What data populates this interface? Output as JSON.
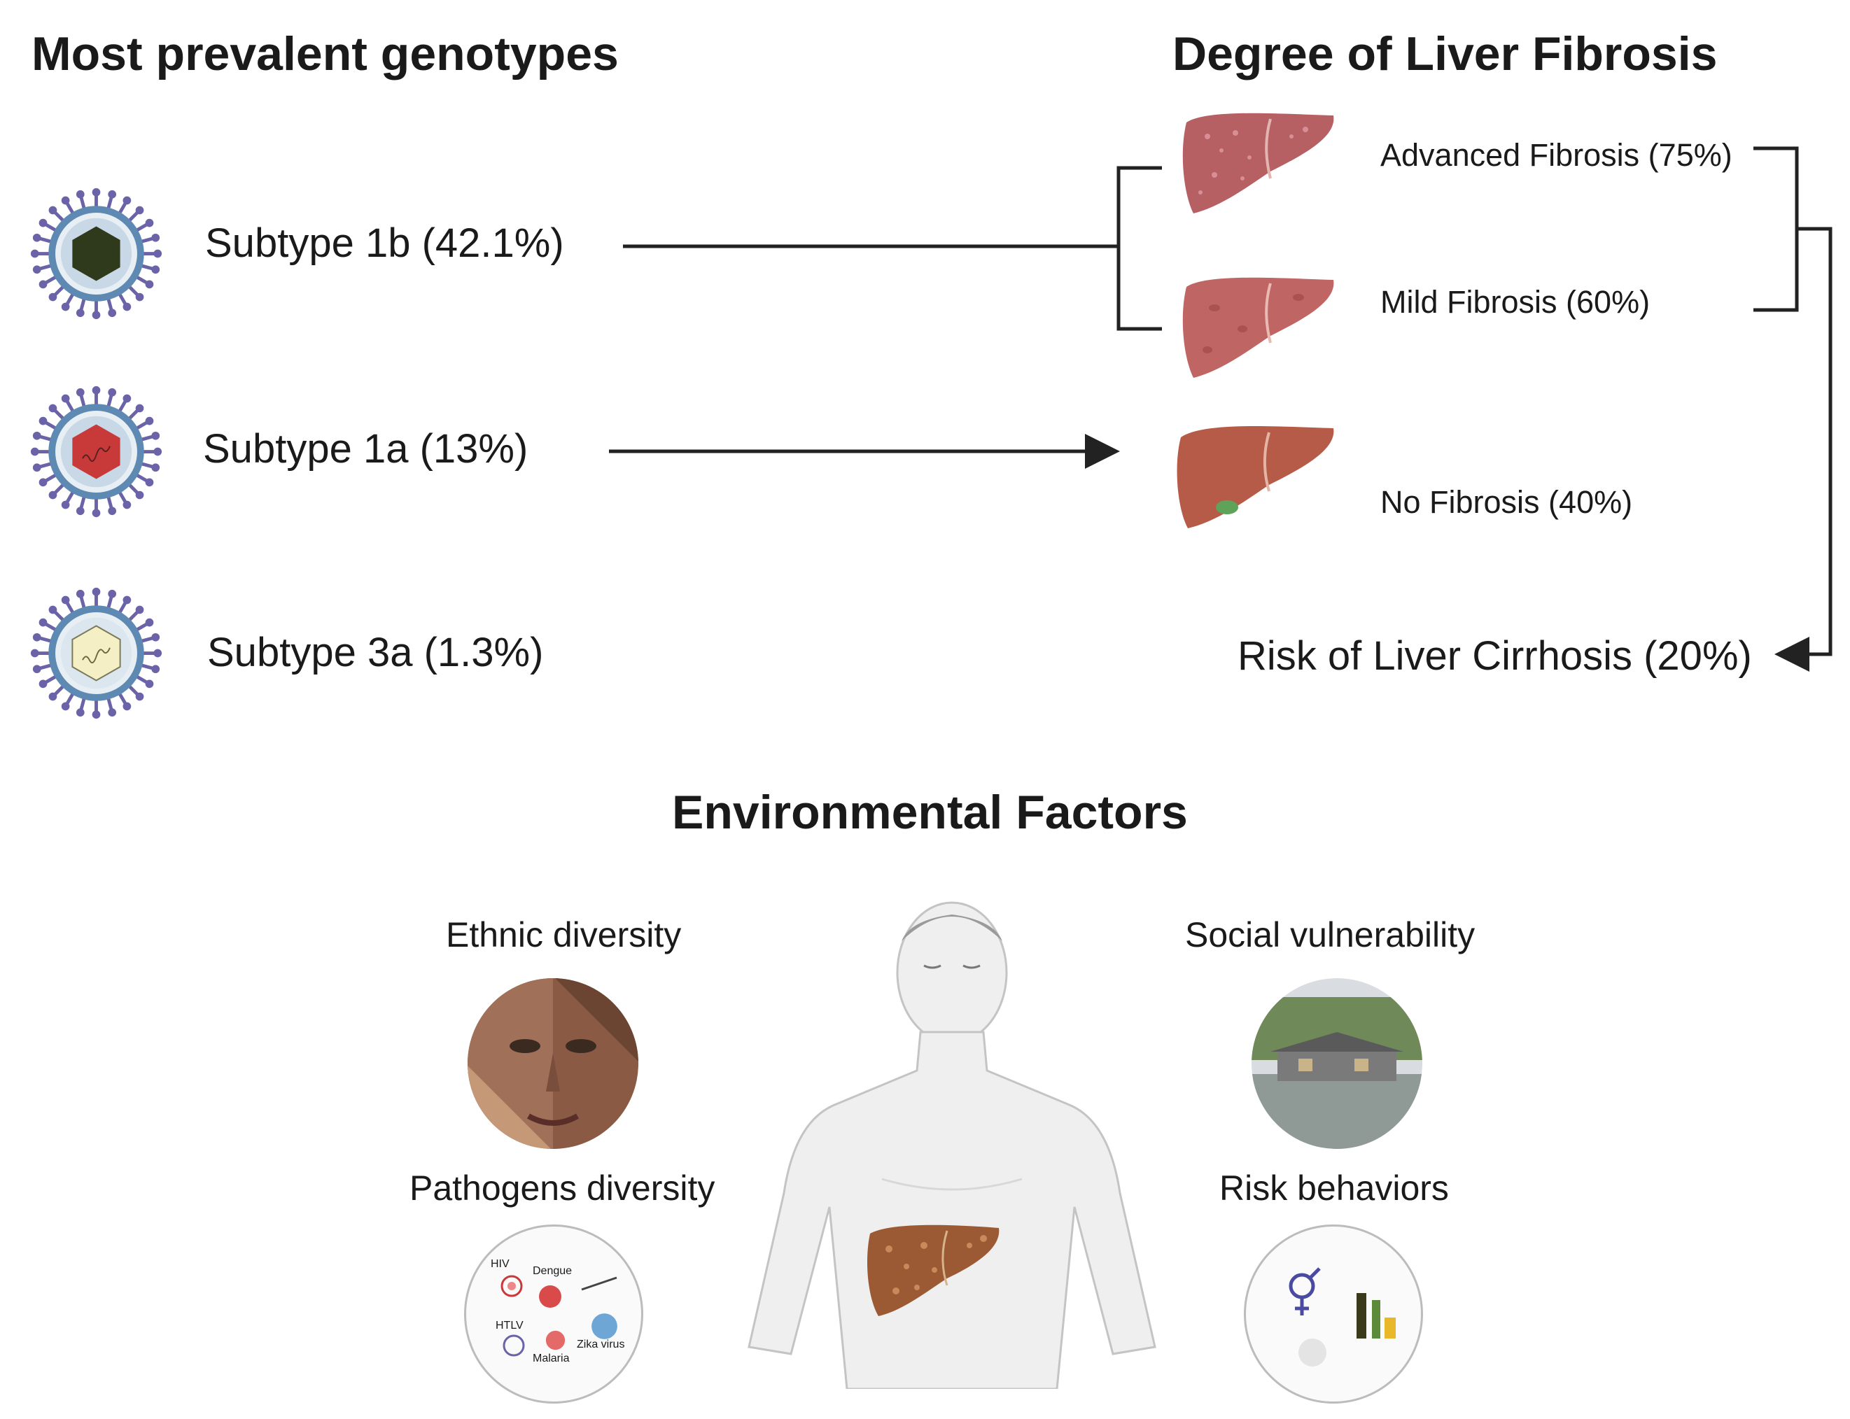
{
  "titles": {
    "genotypes": "Most prevalent genotypes",
    "fibrosis": "Degree of Liver Fibrosis",
    "environment": "Environmental Factors"
  },
  "subtypes": [
    {
      "label": "Subtype 1b (42.1%)",
      "core_color": "#2f3a1c"
    },
    {
      "label": "Subtype 1a (13%)",
      "core_color": "#c8393a"
    },
    {
      "label": "Subtype 3a (1.3%)",
      "core_color": "#f4efc4"
    }
  ],
  "fibrosis": [
    {
      "label": "Advanced Fibrosis (75%)"
    },
    {
      "label": "Mild Fibrosis (60%)"
    },
    {
      "label": "No Fibrosis (40%)"
    }
  ],
  "cirrhosis": "Risk of Liver Cirrhosis (20%)",
  "factors": {
    "ethnic": "Ethnic diversity",
    "social": "Social vulnerability",
    "pathogens": "Pathogens diversity",
    "risk": "Risk behaviors"
  },
  "pathogens": {
    "hiv": "HIV",
    "dengue": "Dengue",
    "htlv": "HTLV",
    "malaria": "Malaria",
    "zika": "Zika virus"
  },
  "colors": {
    "virus_ring": "#5d89b3",
    "spike": "#6a63a8",
    "liver": "#b45b52",
    "arrow": "#222222"
  }
}
